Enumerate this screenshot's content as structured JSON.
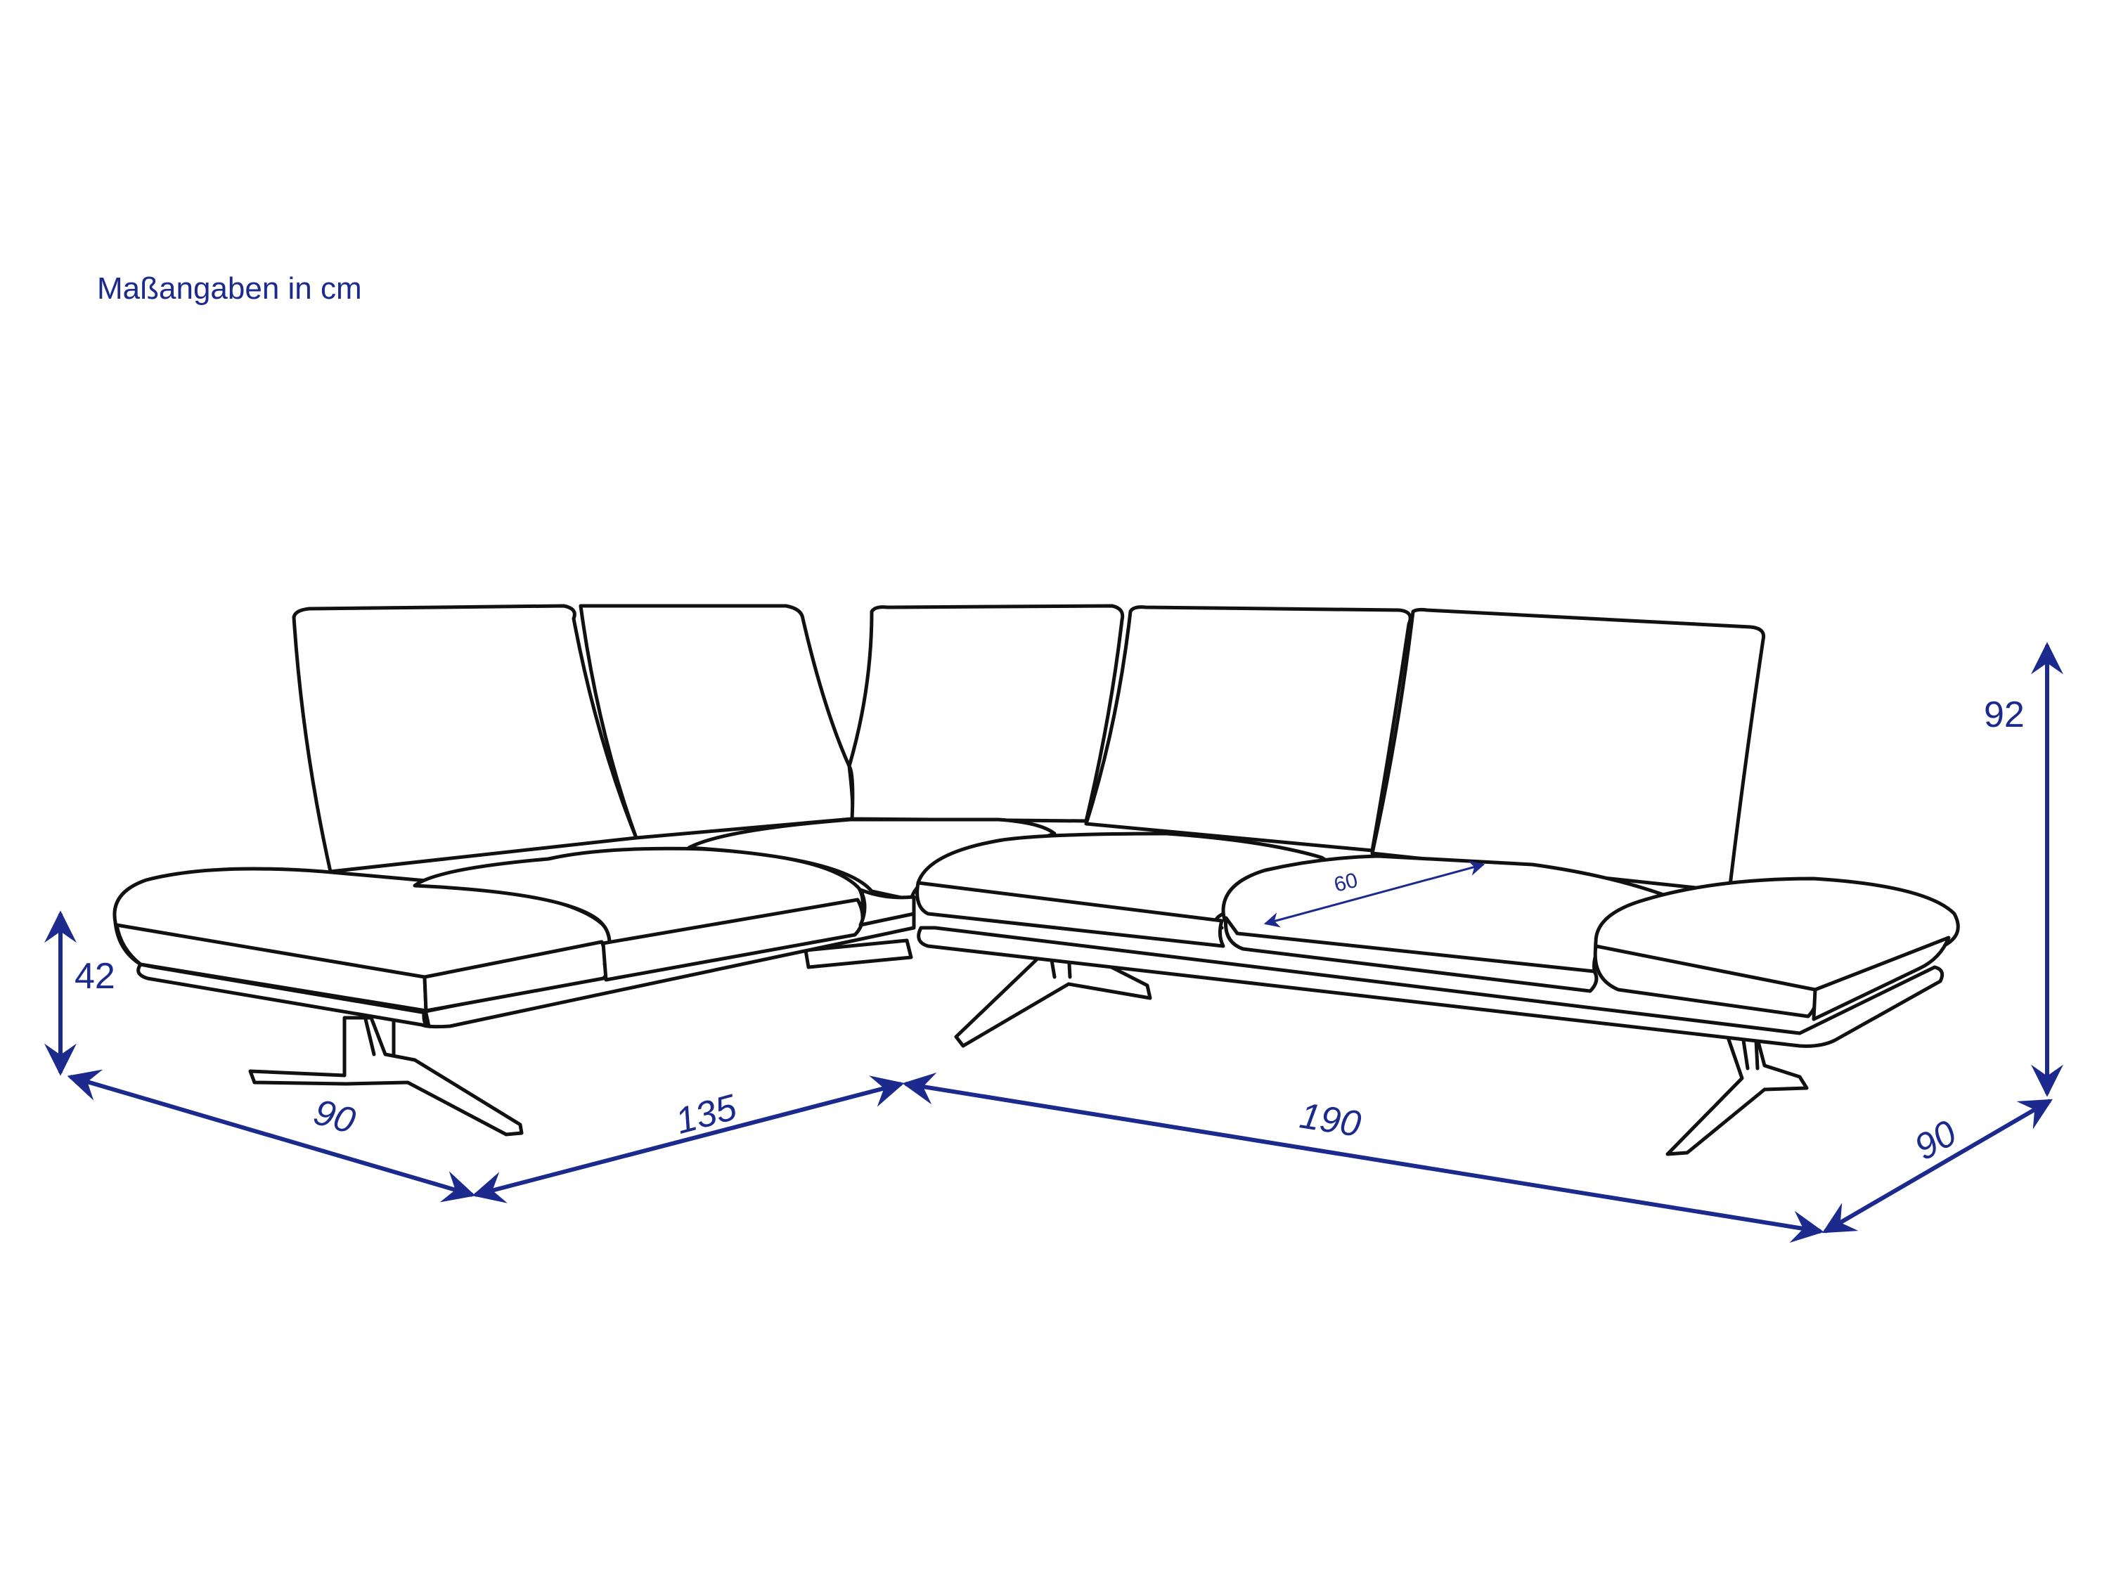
{
  "note": "Maßangaben in cm",
  "colors": {
    "dimension": "#1b2a8c",
    "outline": "#111111",
    "background": "#ffffff"
  },
  "dimensions": {
    "seat_height": "42",
    "total_height": "92",
    "left_depth": "90",
    "left_width": "135",
    "right_width": "190",
    "right_depth": "90",
    "seat_depth": "60"
  }
}
